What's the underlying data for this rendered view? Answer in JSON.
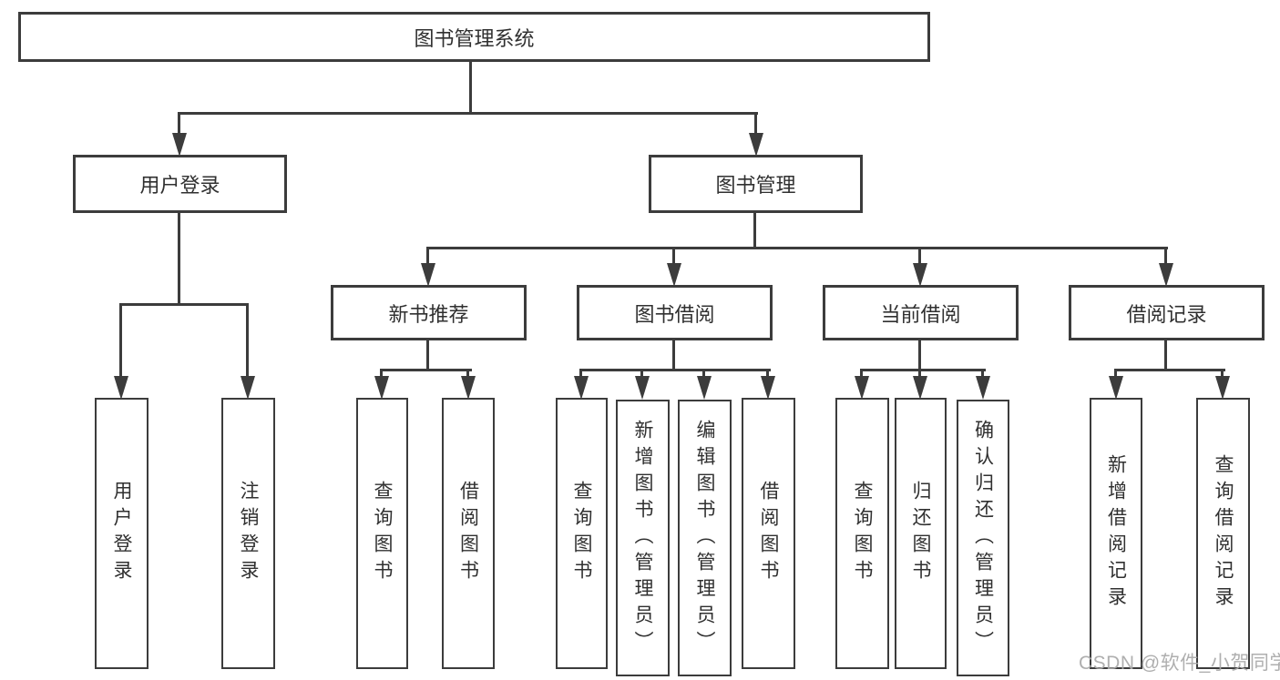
{
  "diagram": {
    "title": "图书管理系统",
    "root": {
      "label": "图书管理系统"
    },
    "level2": [
      {
        "label": "用户登录"
      },
      {
        "label": "图书管理"
      }
    ],
    "level3": [
      {
        "label": "新书推荐",
        "parent": "图书管理"
      },
      {
        "label": "图书借阅",
        "parent": "图书管理"
      },
      {
        "label": "当前借阅",
        "parent": "图书管理"
      },
      {
        "label": "借阅记录",
        "parent": "图书管理"
      }
    ],
    "leaves": [
      {
        "label": "用户登录",
        "parent": "用户登录"
      },
      {
        "label": "注销登录",
        "parent": "用户登录"
      },
      {
        "label": "查询图书",
        "parent": "新书推荐"
      },
      {
        "label": "借阅图书",
        "parent": "新书推荐"
      },
      {
        "label": "查询图书",
        "parent": "图书借阅"
      },
      {
        "label": "新增图书（管理员）",
        "parent": "图书借阅"
      },
      {
        "label": "编辑图书（管理员）",
        "parent": "图书借阅"
      },
      {
        "label": "借阅图书",
        "parent": "图书借阅"
      },
      {
        "label": "查询图书",
        "parent": "当前借阅"
      },
      {
        "label": "归还图书",
        "parent": "当前借阅"
      },
      {
        "label": "确认归还（管理员）",
        "parent": "当前借阅"
      },
      {
        "label": "新增借阅记录",
        "parent": "借阅记录"
      },
      {
        "label": "查询借阅记录",
        "parent": "借阅记录"
      }
    ],
    "watermark": "CSDN @软件_小贺同学",
    "colors": {
      "line": "#3c3c3c",
      "text": "#303030",
      "watermark": "#a8a8a8",
      "background": "#ffffff"
    }
  }
}
